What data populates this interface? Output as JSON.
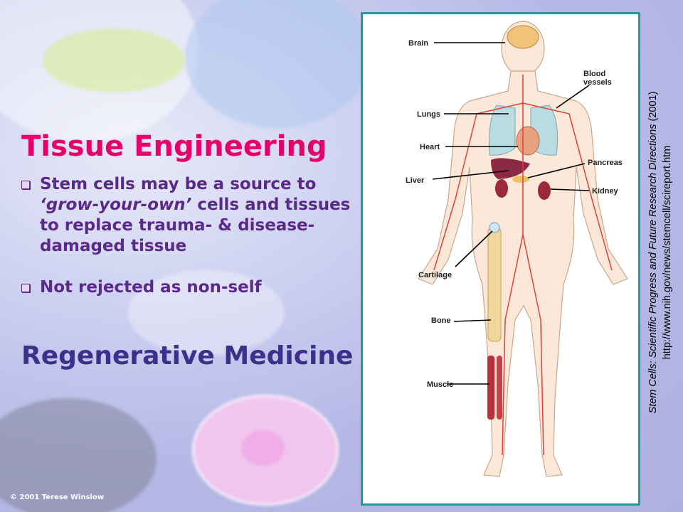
{
  "title": "Tissue Engineering",
  "bullets": {
    "b1_part1": "Stem cells may be a source to ",
    "b1_italic": "‘grow-your-own’",
    "b1_part2": " cells and tissues to replace trauma- & disease-damaged tissue",
    "b2": "Not rejected as non-self"
  },
  "subtitle": "Regenerative Medicine",
  "copyright": "© 2001 Terese Winslow",
  "figure": {
    "labels": {
      "brain": "Brain",
      "blood_vessels_1": "Blood",
      "blood_vessels_2": "vessels",
      "lungs": "Lungs",
      "heart": "Heart",
      "pancreas": "Pancreas",
      "liver": "Liver",
      "kidney": "Kidney",
      "cartilage": "Cartilage",
      "bone": "Bone",
      "muscle": "Muscle"
    }
  },
  "citation": {
    "part1": "Stem Cells: ",
    "italic": "Scientific Progress and Future Research Directions",
    "part2": " (2001)",
    "url": "http://www.nih.gov/news/stemcell/scireport.htm"
  },
  "colors": {
    "title": "#e6006a",
    "bullet_text": "#5a2a8a",
    "subtitle": "#3d2f8c",
    "frame": "#1e9c9c"
  }
}
